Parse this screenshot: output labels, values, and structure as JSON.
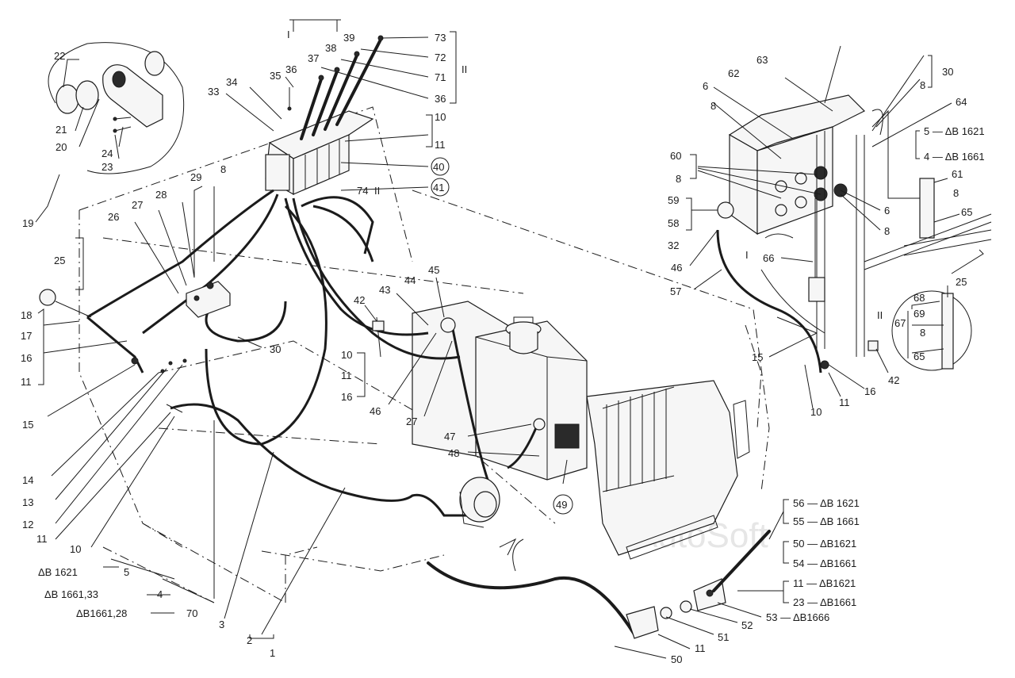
{
  "labels": [
    {
      "id": "l73",
      "text": "73"
    },
    {
      "id": "l72",
      "text": "72"
    },
    {
      "id": "l71",
      "text": "71"
    },
    {
      "id": "l36b",
      "text": "36"
    },
    {
      "id": "l39",
      "text": "39"
    },
    {
      "id": "l38",
      "text": "38"
    },
    {
      "id": "l37",
      "text": "37"
    },
    {
      "id": "l36",
      "text": "36"
    },
    {
      "id": "l35",
      "text": "35"
    },
    {
      "id": "l34",
      "text": "34"
    },
    {
      "id": "l33",
      "text": "33"
    },
    {
      "id": "lI",
      "text": "I"
    },
    {
      "id": "lII",
      "text": "II"
    },
    {
      "id": "l10a",
      "text": "10"
    },
    {
      "id": "l11a",
      "text": "11"
    },
    {
      "id": "l40",
      "text": "40"
    },
    {
      "id": "l41",
      "text": "41"
    },
    {
      "id": "l74",
      "text": "74"
    },
    {
      "id": "lII74",
      "text": "II"
    },
    {
      "id": "l22",
      "text": "22"
    },
    {
      "id": "l21",
      "text": "21"
    },
    {
      "id": "l20",
      "text": "20"
    },
    {
      "id": "l24",
      "text": "24"
    },
    {
      "id": "l23",
      "text": "23"
    },
    {
      "id": "l19",
      "text": "19"
    },
    {
      "id": "l29",
      "text": "29"
    },
    {
      "id": "l8a",
      "text": "8"
    },
    {
      "id": "l28",
      "text": "28"
    },
    {
      "id": "l27",
      "text": "27"
    },
    {
      "id": "l26",
      "text": "26"
    },
    {
      "id": "l25",
      "text": "25"
    },
    {
      "id": "l18",
      "text": "18"
    },
    {
      "id": "l17",
      "text": "17"
    },
    {
      "id": "l16",
      "text": "16"
    },
    {
      "id": "l11b",
      "text": "11"
    },
    {
      "id": "l30",
      "text": "30"
    },
    {
      "id": "l42",
      "text": "42"
    },
    {
      "id": "l43",
      "text": "43"
    },
    {
      "id": "l44",
      "text": "44"
    },
    {
      "id": "l45",
      "text": "45"
    },
    {
      "id": "l10b",
      "text": "10"
    },
    {
      "id": "l11c",
      "text": "11"
    },
    {
      "id": "l16b",
      "text": "16"
    },
    {
      "id": "l46",
      "text": "46"
    },
    {
      "id": "l27b",
      "text": "27"
    },
    {
      "id": "l47",
      "text": "47"
    },
    {
      "id": "l48",
      "text": "48"
    },
    {
      "id": "l49",
      "text": "49"
    },
    {
      "id": "l15",
      "text": "15"
    },
    {
      "id": "l14",
      "text": "14"
    },
    {
      "id": "l13",
      "text": "13"
    },
    {
      "id": "l12",
      "text": "12"
    },
    {
      "id": "l11d",
      "text": "11"
    },
    {
      "id": "l10c",
      "text": "10"
    },
    {
      "id": "lDB1621a",
      "text": "ΔB 1621"
    },
    {
      "id": "l5",
      "text": "5"
    },
    {
      "id": "lDB1661_33",
      "text": "ΔB 1661,33"
    },
    {
      "id": "l4",
      "text": "4"
    },
    {
      "id": "lDB1661_28",
      "text": "ΔB1661,28"
    },
    {
      "id": "l70",
      "text": "70"
    },
    {
      "id": "l3",
      "text": "3"
    },
    {
      "id": "l2",
      "text": "2"
    },
    {
      "id": "l1",
      "text": "1"
    },
    {
      "id": "l63",
      "text": "63"
    },
    {
      "id": "l30b",
      "text": "30"
    },
    {
      "id": "l8b",
      "text": "8"
    },
    {
      "id": "l62",
      "text": "62"
    },
    {
      "id": "l6",
      "text": "6"
    },
    {
      "id": "l8c",
      "text": "8"
    },
    {
      "id": "l64",
      "text": "64"
    },
    {
      "id": "l5b",
      "text": "5 — ΔB 1621"
    },
    {
      "id": "l4b",
      "text": "4 — ΔB 1661"
    },
    {
      "id": "l60",
      "text": "60"
    },
    {
      "id": "l8d",
      "text": "8"
    },
    {
      "id": "l61",
      "text": "61"
    },
    {
      "id": "l8e",
      "text": "8"
    },
    {
      "id": "l59",
      "text": "59"
    },
    {
      "id": "l58",
      "text": "58"
    },
    {
      "id": "l32",
      "text": "32"
    },
    {
      "id": "l6b",
      "text": "6"
    },
    {
      "id": "l8f",
      "text": "8"
    },
    {
      "id": "l65",
      "text": "65"
    },
    {
      "id": "l46b",
      "text": "46"
    },
    {
      "id": "l66",
      "text": "66"
    },
    {
      "id": "lIb",
      "text": "I"
    },
    {
      "id": "l25b",
      "text": "25"
    },
    {
      "id": "l57",
      "text": "57"
    },
    {
      "id": "l68",
      "text": "68"
    },
    {
      "id": "l69",
      "text": "69"
    },
    {
      "id": "l67",
      "text": "67"
    },
    {
      "id": "lIIb",
      "text": "II"
    },
    {
      "id": "l8g",
      "text": "8"
    },
    {
      "id": "l65b",
      "text": "65"
    },
    {
      "id": "l15b",
      "text": "15"
    },
    {
      "id": "l42b",
      "text": "42"
    },
    {
      "id": "l16c",
      "text": "16"
    },
    {
      "id": "l11e",
      "text": "11"
    },
    {
      "id": "l10d",
      "text": "10"
    },
    {
      "id": "l56",
      "text": "56 — ΔB 1621"
    },
    {
      "id": "l55",
      "text": "55 — ΔB 1661"
    },
    {
      "id": "l50a",
      "text": "50 — ΔB1621"
    },
    {
      "id": "l54",
      "text": "54 — ΔB1661"
    },
    {
      "id": "l11f",
      "text": "11 — ΔB1621"
    },
    {
      "id": "l23b",
      "text": "23 — ΔB1661"
    },
    {
      "id": "l53",
      "text": "53 — ΔB1666"
    },
    {
      "id": "l52",
      "text": "52"
    },
    {
      "id": "l51",
      "text": "51"
    },
    {
      "id": "l11g",
      "text": "11"
    },
    {
      "id": "l50",
      "text": "50"
    }
  ],
  "watermark": "AutoSoft"
}
